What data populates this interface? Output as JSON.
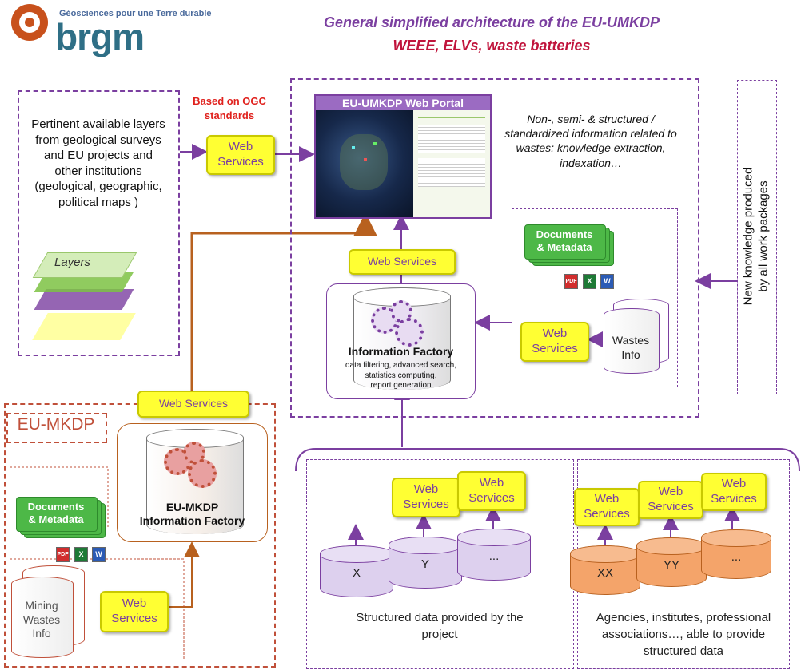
{
  "logo": {
    "tagline": "Géosciences pour une Terre durable",
    "name": "brgm"
  },
  "header": {
    "title": "General simplified architecture of the EU-UMKDP",
    "subtitle": "WEEE, ELVs, waste batteries"
  },
  "sources_box": {
    "text": "Pertinent available layers\nfrom geological surveys\nand  EU projects and\nother institutions\n(geological, geographic,\npolitical maps )",
    "layers_label": "Layers"
  },
  "ogc": {
    "label": "Based on OGC\nstandards",
    "ws": "Web\nServices"
  },
  "portal": {
    "title": "EU-UMKDP Web Portal"
  },
  "nonstructured": {
    "text": "Non-, semi- & structured  /\nstandardized  information related to\nwastes: knowledge extraction,\nindexation…"
  },
  "ws_portal": "Web Services",
  "info_factory": {
    "title": "Information Factory",
    "desc": "data filtering, advanced search,\nstatistics computing,\nreport generation"
  },
  "docs_right": {
    "label": "Documents\n& Metadata",
    "ws": "Web\nServices",
    "wastes": "Wastes\nInfo"
  },
  "new_knowledge": {
    "text": "New knowledge  produced\nby all work packages"
  },
  "eumkdp": {
    "title": "EU-MKDP",
    "ws_top": "Web Services",
    "factory": "EU-MKDP\nInformation Factory",
    "docs": "Documents\n& Metadata",
    "mining": "Mining\nWastes\nInfo",
    "ws": "Web\nServices"
  },
  "structured": {
    "ws1": "Web\nServices",
    "ws2": "Web\nServices",
    "db": [
      "X",
      "Y",
      "..."
    ],
    "caption": "Structured data provided by the\nproject"
  },
  "agencies": {
    "ws1": "Web\nServices",
    "ws2": "Web\nServices",
    "ws3": "Web\nServices",
    "db": [
      "XX",
      "YY",
      "..."
    ],
    "caption": "Agencies, institutes, professional\nassociations…, able to provide\nstructured data"
  },
  "file_icons": [
    "PDF",
    "X",
    "W"
  ],
  "colors": {
    "purple": "#7b3fa0",
    "red": "#c0143c",
    "brown": "#b8611f",
    "yellow": "#ffff33",
    "green": "#4db847",
    "orange_db": "#f4a46a",
    "lilac_db": "#ddd0ee"
  }
}
